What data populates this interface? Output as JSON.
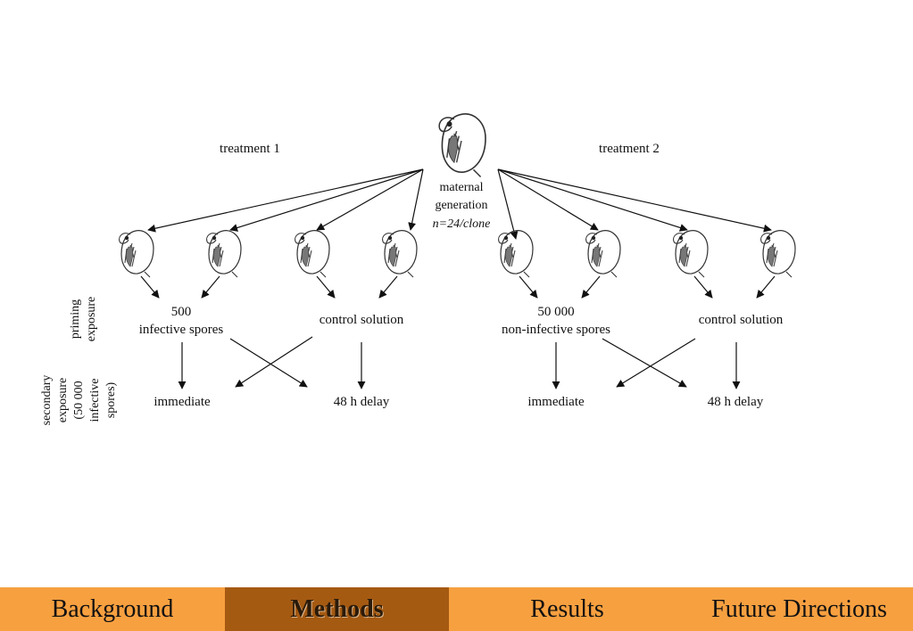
{
  "diagram": {
    "treatment_1": "treatment 1",
    "treatment_2": "treatment 2",
    "maternal_line1": "maternal",
    "maternal_line2": "generation",
    "maternal_line3": "n=24/clone",
    "priming_line1": "priming",
    "priming_line2": "exposure",
    "secondary_line1": "secondary",
    "secondary_line2": "exposure",
    "secondary_line3": "(50 000",
    "secondary_line4": "infective",
    "secondary_line5": "spores)",
    "t1_infective_count": "500",
    "t1_infective_label": "infective spores",
    "t1_control": "control solution",
    "t1_immediate": "immediate",
    "t1_delay": "48 h delay",
    "t2_noninfective_count": "50 000",
    "t2_noninfective_label": "non-infective spores",
    "t2_control": "control solution",
    "t2_immediate": "immediate",
    "t2_delay": "48 h delay",
    "animal_icon": "daphnia-icon"
  },
  "nav": {
    "tabs": [
      {
        "label": "Background",
        "active": false
      },
      {
        "label": "Methods",
        "active": true
      },
      {
        "label": "Results",
        "active": false
      },
      {
        "label": "Future Directions",
        "active": false
      }
    ],
    "colors": {
      "tab_bg": "#f7a040",
      "active_bg": "#a55a12"
    }
  }
}
